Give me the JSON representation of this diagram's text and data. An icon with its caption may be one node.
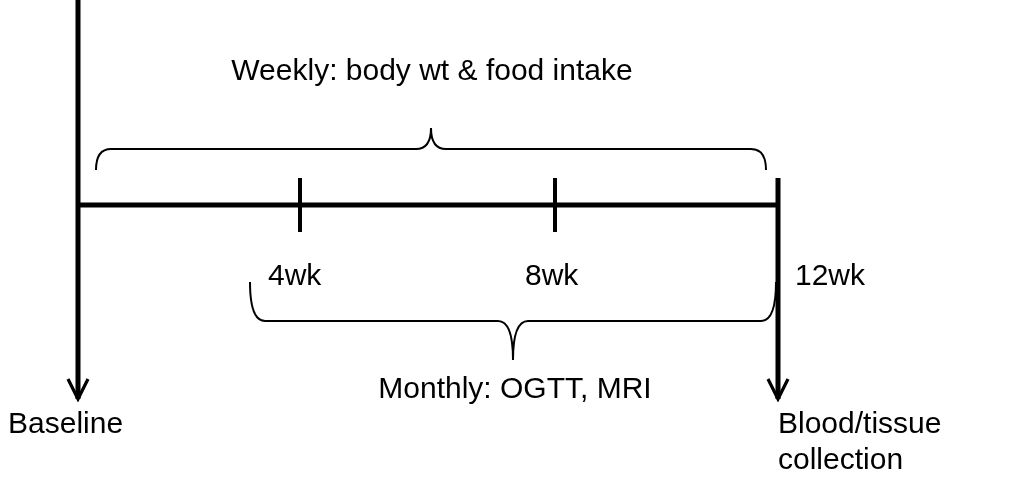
{
  "diagram": {
    "nodes": [
      {
        "text": [
          "Baseline"
        ]
      },
      {
        "text": [
          "Blood/tissue collection"
        ]
      }
    ],
    "edges": [
      {
        "from": null,
        "to": 0,
        "arrow": "to"
      },
      {
        "from": null,
        "to": 1,
        "arrow": "to"
      }
    ],
    "labels": [
      "Weekly: body wt & food intake",
      "4wk",
      "8wk",
      "12wk",
      "Monthly: OGTT, MRI"
    ]
  }
}
